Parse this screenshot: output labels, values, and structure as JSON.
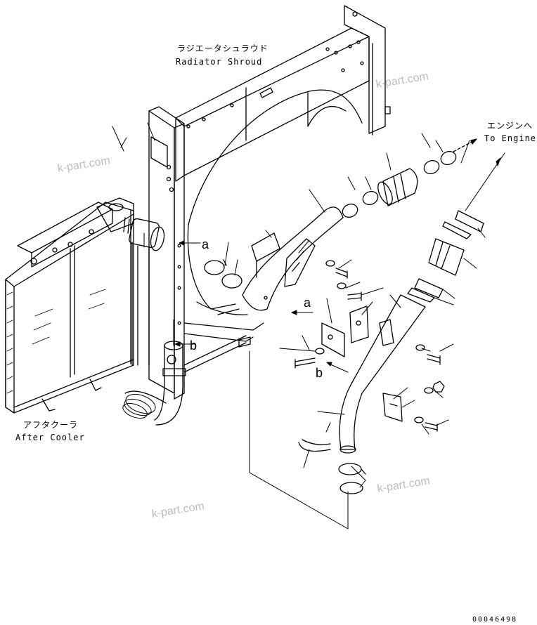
{
  "labels": {
    "radiator_shroud_jp": "ラジエータシュラウド",
    "radiator_shroud_en": "Radiator Shroud",
    "to_engine_jp": "エンジンへ",
    "to_engine_en": "To Engine",
    "after_cooler_jp": "アフタクーラ",
    "after_cooler_en": "After Cooler",
    "ref_a": "a",
    "ref_b": "b",
    "doc_number": "00046498"
  },
  "watermarks": [
    "k-part.com",
    "k-part.com",
    "k-part.com",
    "k-part.com"
  ]
}
